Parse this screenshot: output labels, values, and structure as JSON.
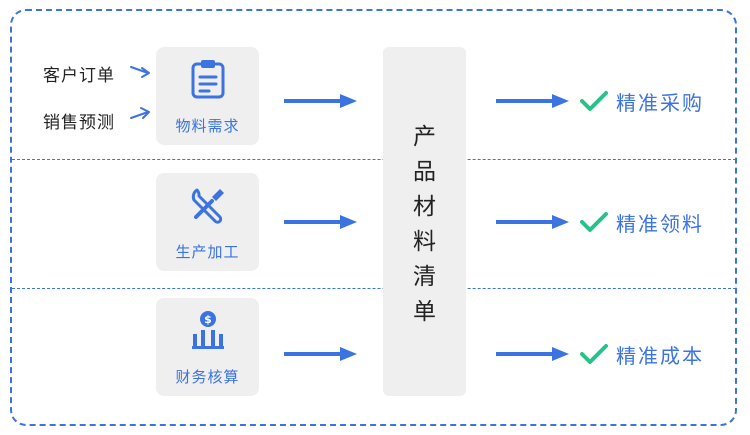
{
  "inputs": [
    "客户订单",
    "销售预测"
  ],
  "stages": [
    {
      "label": "物料需求",
      "icon": "clipboard-icon"
    },
    {
      "label": "生产加工",
      "icon": "wrench-screwdriver-icon"
    },
    {
      "label": "财务核算",
      "icon": "finance-chart-icon"
    }
  ],
  "bom": {
    "chars": [
      "产",
      "品",
      "材",
      "料",
      "清",
      "单"
    ]
  },
  "results": [
    "精准采购",
    "精准领料",
    "精准成本"
  ],
  "colors": {
    "accent": "#3b73e0",
    "check": "#27c28a",
    "box": "#efefef"
  }
}
